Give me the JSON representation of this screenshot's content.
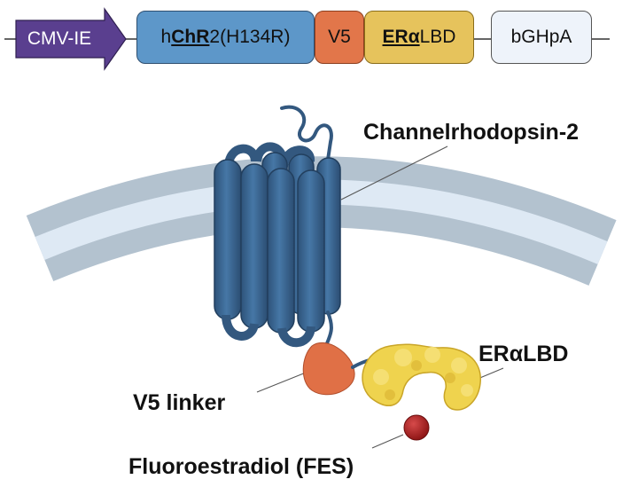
{
  "construct": {
    "promoter": "CMV-IE",
    "chr2": {
      "prefix": "h",
      "bold": "ChR",
      "suffix": "2(H134R)"
    },
    "v5": "V5",
    "era": {
      "bold": "ERα",
      "suffix": "LBD"
    },
    "polya": "bGHpA"
  },
  "labels": {
    "channelrhodopsin": "Channelrhodopsin-2",
    "v5_linker": "V5 linker",
    "eralbd": "ERαLBD",
    "fes": "Fluoroestradiol (FES)"
  },
  "colors": {
    "promoter": "#5a3f8f",
    "chr2": "#5d97c9",
    "v5": "#e2764a",
    "era": "#e6c35c",
    "polya": "#eef3fa",
    "protein": "#3b6691",
    "membrane_outer": "#b3c2cf",
    "membrane_inner": "#deeaf5",
    "lbd_blob": "#efd34e",
    "ligand": "#a81e1e"
  }
}
